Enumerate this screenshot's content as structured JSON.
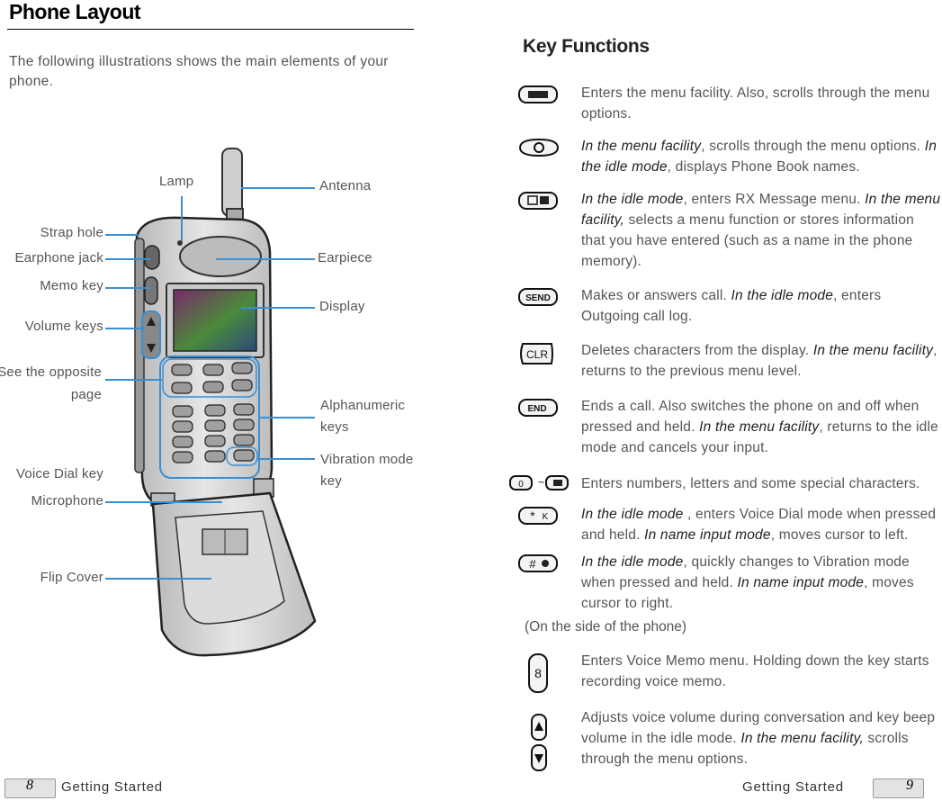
{
  "left_page": {
    "title": "Phone Layout",
    "intro": "The following illustrations shows the main elements of your phone.",
    "callouts": {
      "lamp": "Lamp",
      "antenna": "Antenna",
      "strap_hole": "Strap hole",
      "earphone_jack": "Earphone jack",
      "earpiece": "Earpiece",
      "memo_key": "Memo key",
      "display": "Display",
      "volume_keys": "Volume keys",
      "see_opposite_1": "See the opposite",
      "see_opposite_2": "page",
      "alphanumeric_1": "Alphanumeric",
      "alphanumeric_2": "keys",
      "voice_dial_key": "Voice Dial key",
      "vibration_1": "Vibration mode",
      "vibration_2": "key",
      "microphone": "Microphone",
      "flip_cover": "Flip Cover"
    },
    "footer": {
      "page_number": "8",
      "section": "Getting Started"
    }
  },
  "right_page": {
    "title": "Key Functions",
    "keys": [
      {
        "icon": "menu-key-icon",
        "text": [
          {
            "t": "Enters the menu facility. Also, scrolls through the menu options."
          }
        ]
      },
      {
        "icon": "scroll-key-icon",
        "text": [
          {
            "t": "In the menu facility",
            "i": true
          },
          {
            "t": ", scrolls through the menu options. "
          },
          {
            "t": "In the idle mode",
            "i": true
          },
          {
            "t": ", displays Phone Book names."
          }
        ]
      },
      {
        "icon": "message-key-icon",
        "text": [
          {
            "t": "In the idle mode",
            "i": true
          },
          {
            "t": ", enters RX Message menu. "
          },
          {
            "t": "In the menu facility,",
            "i": true
          },
          {
            "t": " selects a menu function or stores information that you have entered (such as a name in the phone memory)."
          }
        ]
      },
      {
        "icon": "send-key-icon",
        "text": [
          {
            "t": "Makes or answers call. "
          },
          {
            "t": "In the idle mode",
            "i": true
          },
          {
            "t": ", enters Outgoing call log."
          }
        ]
      },
      {
        "icon": "clr-key-icon",
        "text": [
          {
            "t": "Deletes characters from the display. "
          },
          {
            "t": "In the menu facility",
            "i": true
          },
          {
            "t": ", returns to the previous menu level."
          }
        ]
      },
      {
        "icon": "end-key-icon",
        "text": [
          {
            "t": "Ends a call. Also switches the phone on and off when pressed and held. "
          },
          {
            "t": "In the menu facility",
            "i": true
          },
          {
            "t": ", returns to the idle mode and cancels your input."
          }
        ]
      },
      {
        "icon": "number-keys-icon",
        "text": [
          {
            "t": "Enters numbers, letters and some special characters."
          }
        ]
      },
      {
        "icon": "star-key-icon",
        "text": [
          {
            "t": "In the idle mode",
            "i": true
          },
          {
            "t": " , enters Voice Dial mode when pressed and held. "
          },
          {
            "t": "In  name input mode",
            "i": true
          },
          {
            "t": ", moves cursor to left."
          }
        ]
      },
      {
        "icon": "hash-key-icon",
        "text": [
          {
            "t": "In the idle mode",
            "i": true
          },
          {
            "t": ", quickly changes to Vibration mode when pressed and held. "
          },
          {
            "t": "In name input mode",
            "i": true
          },
          {
            "t": ", moves cursor to right."
          }
        ]
      },
      {
        "icon": "memo-side-key-icon",
        "text": [
          {
            "t": "Enters Voice Memo menu. Holding down the key starts recording voice memo."
          }
        ]
      },
      {
        "icon": "volume-keys-icon",
        "text": [
          {
            "t": "Adjusts voice volume during conversation and key beep volume in the idle mode. "
          },
          {
            "t": "In the menu facility,",
            "i": true
          },
          {
            "t": " scrolls through the menu options."
          }
        ]
      }
    ],
    "side_note": "(On the side of the phone)",
    "footer": {
      "section": "Getting Started",
      "page_number": "9"
    }
  }
}
